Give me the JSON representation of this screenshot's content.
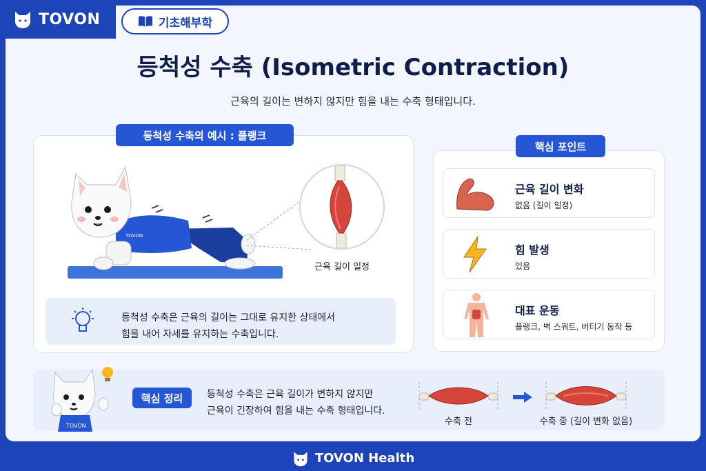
{
  "brand": {
    "name": "TOVON"
  },
  "topic": {
    "label": "기초해부학",
    "icon": "book-icon"
  },
  "title": "등척성 수축 (Isometric Contraction)",
  "subtitle": "근육의 길이는 변하지 않지만 힘을 내는 수축 형태입니다.",
  "example": {
    "heading": "등척성 수축의 예시 : 플랭크",
    "muscle_caption": "근육 길이 일정",
    "shirt_text": "TOVON",
    "info_line1": "등척성 수축은 근육의 길이는 그대로 유지한 상태에서",
    "info_line2": "힘을 내어 자세를 유지하는 수축입니다.",
    "info_icon": "lightbulb-icon"
  },
  "key_points": {
    "heading": "핵심 포인트",
    "items": [
      {
        "icon": "flexed-arm-icon",
        "title": "근육 길이 변화",
        "desc": "없음 (길이 일정)"
      },
      {
        "icon": "lightning-icon",
        "title": "힘 발생",
        "desc": "있음"
      },
      {
        "icon": "human-body-icon",
        "title": "대표 운동",
        "desc": "플랭크, 벽 스쿼트, 버티기 동작 등"
      }
    ]
  },
  "summary": {
    "label": "핵심 정리",
    "line1": "등척성 수축은 근육 길이가 변하지 않지만",
    "line2": "근육이 긴장하여 힘을 내는 수축 형태입니다.",
    "before_label": "수축 전",
    "after_label": "수축 중 (길이 변화 없음)",
    "mascot_shirt": "TOVON"
  },
  "footer": {
    "text": "TOVON Health"
  },
  "colors": {
    "brand_blue": "#1d43b8",
    "accent_blue": "#2456d6",
    "muscle_red": "#d6453a"
  }
}
